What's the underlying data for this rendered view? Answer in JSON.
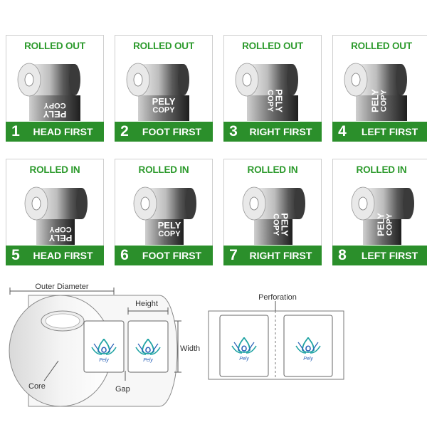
{
  "cards": [
    {
      "title": "ROLLED OUT",
      "num": "1",
      "label": "HEAD FIRST",
      "line1": "PELY",
      "line2": "COPY"
    },
    {
      "title": "ROLLED OUT",
      "num": "2",
      "label": "FOOT FIRST",
      "line1": "PELY",
      "line2": "COPY"
    },
    {
      "title": "ROLLED OUT",
      "num": "3",
      "label": "RIGHT FIRST",
      "line1": "PELY",
      "line2": "COPY"
    },
    {
      "title": "ROLLED OUT",
      "num": "4",
      "label": "LEFT FIRST",
      "line1": "PELY",
      "line2": "COPY"
    },
    {
      "title": "ROLLED IN",
      "num": "5",
      "label": "HEAD FIRST",
      "line1": "PELY",
      "line2": "COPY"
    },
    {
      "title": "ROLLED IN",
      "num": "6",
      "label": "FOOT FIRST",
      "line1": "PELY",
      "line2": "COPY"
    },
    {
      "title": "ROLLED IN",
      "num": "7",
      "label": "RIGHT FIRST",
      "line1": "PELY",
      "line2": "COPY"
    },
    {
      "title": "ROLLED IN",
      "num": "8",
      "label": "LEFT FIRST",
      "line1": "PELY",
      "line2": "COPY"
    }
  ],
  "diagram": {
    "outer_diameter": "Outer Diameter",
    "height": "Height",
    "width": "Width",
    "core": "Core",
    "gap": "Gap",
    "perforation": "Perforation",
    "logo_text": "Pely"
  },
  "colors": {
    "green": "#2b8f2b",
    "title_green": "#2c9a2c",
    "logo_teal": "#1fa3a3",
    "logo_blue": "#2a62b8"
  }
}
